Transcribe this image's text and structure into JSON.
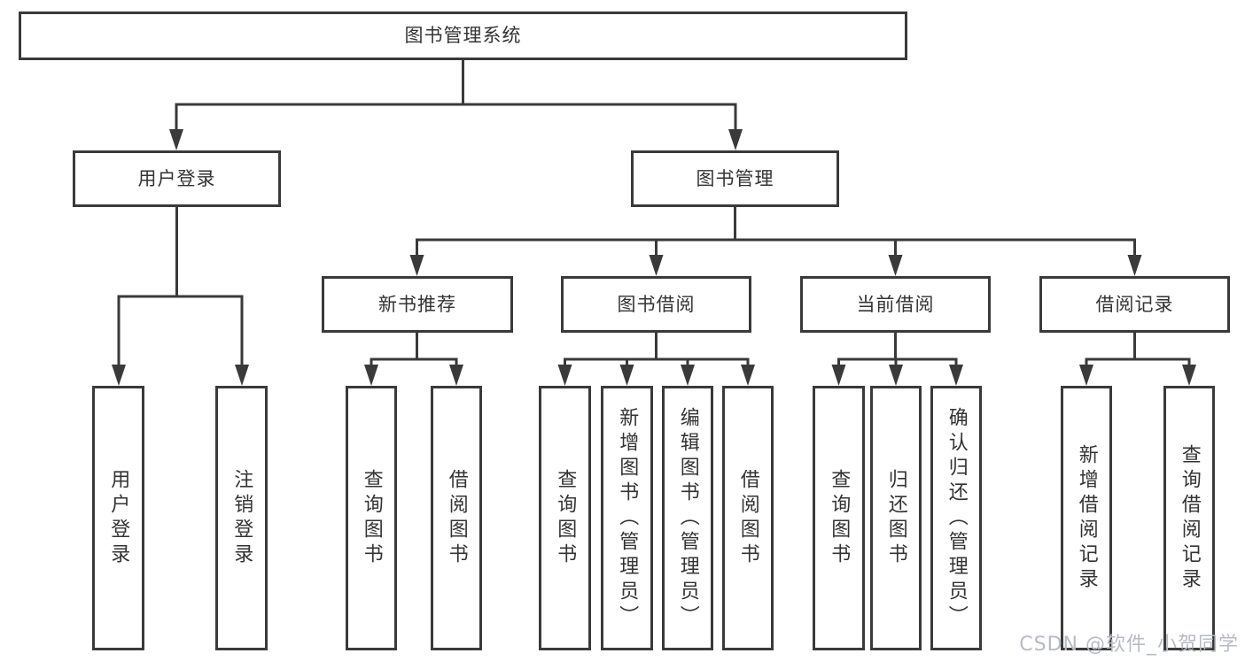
{
  "tree": {
    "root": {
      "label": "图书管理系统"
    },
    "branches": [
      {
        "label": "用户登录",
        "children": [
          {
            "label": "用户登录"
          },
          {
            "label": "注销登录"
          }
        ]
      },
      {
        "label": "图书管理",
        "children": [
          {
            "label": "新书推荐",
            "children": [
              {
                "label": "查询图书"
              },
              {
                "label": "借阅图书"
              }
            ]
          },
          {
            "label": "图书借阅",
            "children": [
              {
                "label": "查询图书"
              },
              {
                "label": "新增图书（管理员）"
              },
              {
                "label": "编辑图书（管理员）"
              },
              {
                "label": "借阅图书"
              }
            ]
          },
          {
            "label": "当前借阅",
            "children": [
              {
                "label": "查询图书"
              },
              {
                "label": "归还图书"
              },
              {
                "label": "确认归还（管理员）"
              }
            ]
          },
          {
            "label": "借阅记录",
            "children": [
              {
                "label": "新增借阅记录"
              },
              {
                "label": "查询借阅记录"
              }
            ]
          }
        ]
      }
    ]
  },
  "watermark": {
    "text": "CSDN @软件_小贺同学"
  },
  "colors": {
    "line": "#3a3a3a",
    "text": "#333333",
    "box_fill": "#ffffff",
    "watermark": "#b7bbc2"
  }
}
